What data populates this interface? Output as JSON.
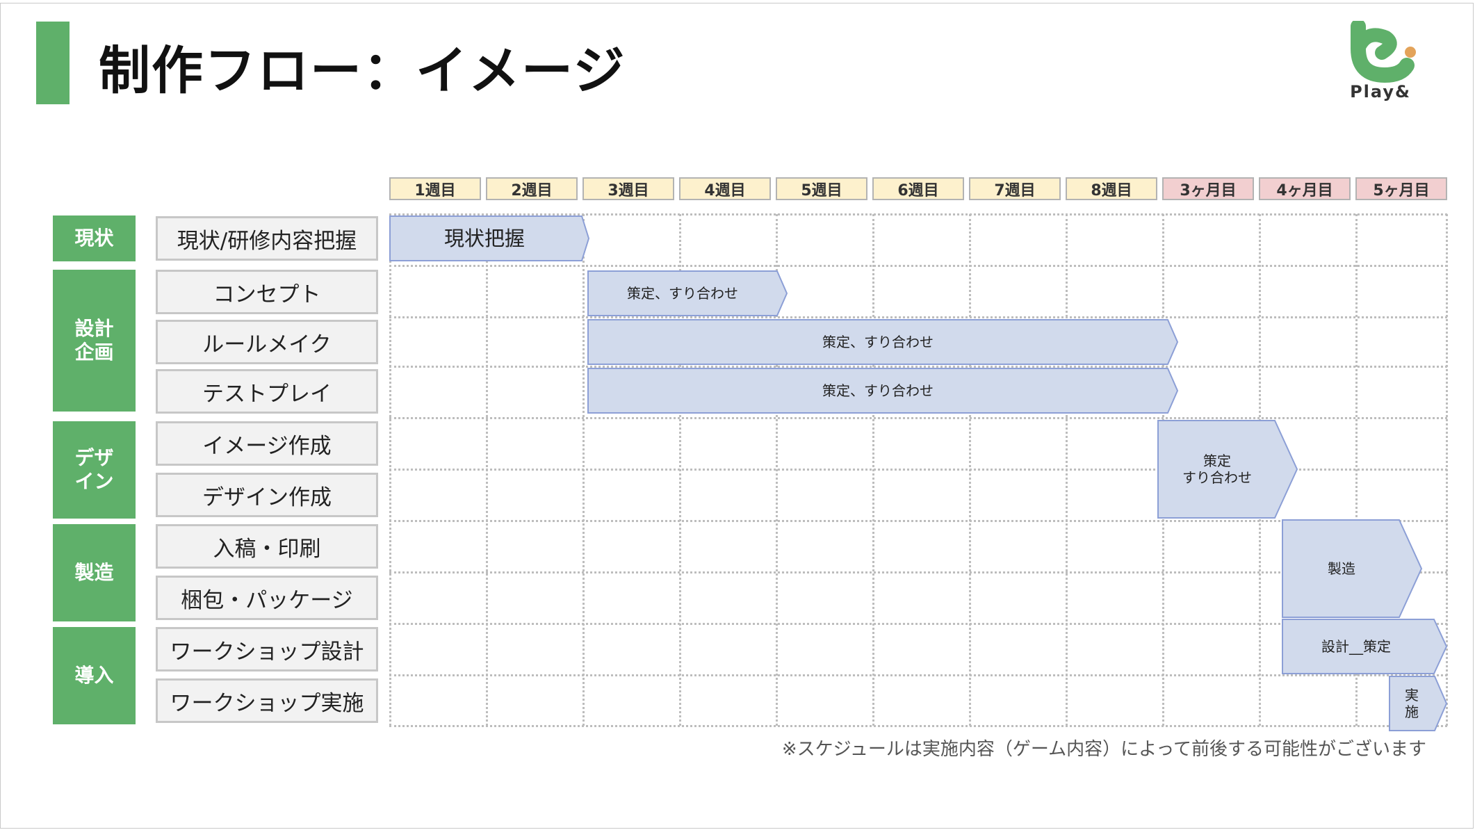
{
  "title": "制作フロー：イメージ",
  "logo": {
    "text": "Play&",
    "accent_color": "#5fb06a",
    "dot_color": "#e3a35a"
  },
  "colors": {
    "category": "#5fb06a",
    "week_header": "#fdf1cd",
    "month_header": "#f2cfd0",
    "bar_fill": "#d1daec",
    "bar_stroke": "#8c9fd6"
  },
  "columns": [
    "1週目",
    "2週目",
    "3週目",
    "4週目",
    "5週目",
    "6週目",
    "7週目",
    "8週目",
    "3ヶ月目",
    "4ヶ月目",
    "5ヶ月目"
  ],
  "categories": [
    {
      "label": "現状"
    },
    {
      "label": "設計企画"
    },
    {
      "label": "デザイン"
    },
    {
      "label": "製造"
    },
    {
      "label": "導入"
    }
  ],
  "tasks": [
    "現状/研修内容把握",
    "コンセプト",
    "ルールメイク",
    "テストプレイ",
    "イメージ作成",
    "デザイン作成",
    "入稿・印刷",
    "梱包・パッケージ",
    "ワークショップ設計",
    "ワークショップ実施"
  ],
  "bars": [
    {
      "label": "現状把握"
    },
    {
      "label": "策定、すり合わせ"
    },
    {
      "label": "策定、すり合わせ"
    },
    {
      "label": "策定、すり合わせ"
    },
    {
      "label": "策定\nすり合わせ"
    },
    {
      "label": "製造"
    },
    {
      "label": "設計__策定"
    },
    {
      "label": "実\n施"
    }
  ],
  "note": "※スケジュールは実施内容（ゲーム内容）によって前後する可能性がございます"
}
